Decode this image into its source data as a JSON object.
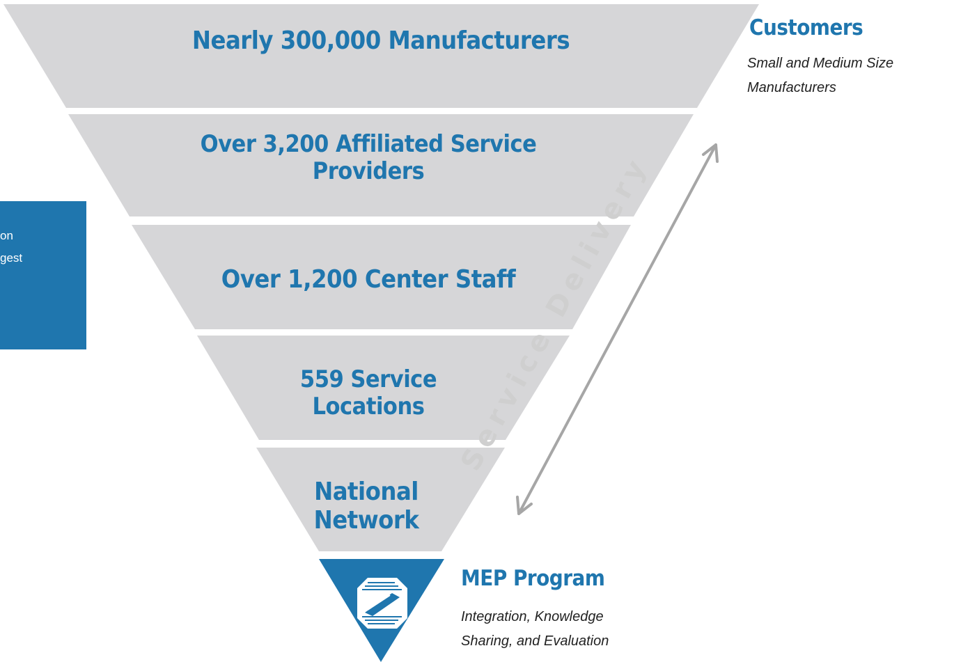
{
  "tiers": [
    {
      "lines": [
        "Nearly 300,000 Manufacturers"
      ]
    },
    {
      "lines": [
        "Over 3,200 Affiliated Service",
        "Providers"
      ]
    },
    {
      "lines": [
        "Over 1,200 Center Staff"
      ]
    },
    {
      "lines": [
        "559 Service",
        "Locations"
      ]
    },
    {
      "lines": [
        "National",
        "Network"
      ]
    }
  ],
  "customers": {
    "title": "Customers",
    "subtitle_lines": [
      "Small and Medium Size",
      "Manufacturers"
    ]
  },
  "program": {
    "title": "MEP Program",
    "subtitle_lines": [
      "Integration, Knowledge",
      "Sharing, and Evaluation"
    ]
  },
  "delivery_label": "Service Delivery",
  "left_panel": {
    "text_lines": [
      "on",
      "gest"
    ]
  },
  "colors": {
    "tier_fill": "#d6d6d8",
    "accent": "#1f76ae",
    "arrow": "#a6a6a6",
    "label": "#cfcfcf"
  },
  "icons": {
    "program_logo": "mep-logo-icon"
  }
}
